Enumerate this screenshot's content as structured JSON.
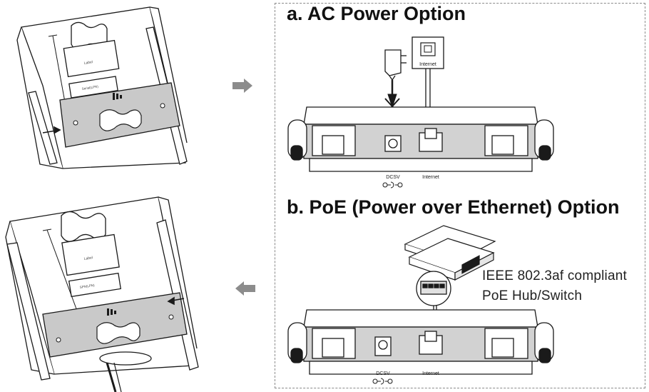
{
  "option_a": {
    "title": "a. AC Power Option",
    "jack_label": "Internet",
    "port_dc_label": "DCSV",
    "port_internet_label": "Internet"
  },
  "option_b": {
    "title": "b. PoE (Power over Ethernet) Option",
    "hub_caption_line1": "IEEE 802.3af compliant",
    "hub_caption_line2": "PoE Hub/Switch",
    "port_dc_label": "DCSV",
    "port_internet_label": "Internet"
  },
  "left_top": {
    "label_small": "Label",
    "label_pn": "Serial(LPN)"
  },
  "left_bottom": {
    "label_small": "Label",
    "label_pn": "SPN(LPN)"
  },
  "colors": {
    "arrow_gray": "#8c8c8c",
    "plate_fill": "#c9c9c9",
    "line": "#1a1a1a"
  }
}
